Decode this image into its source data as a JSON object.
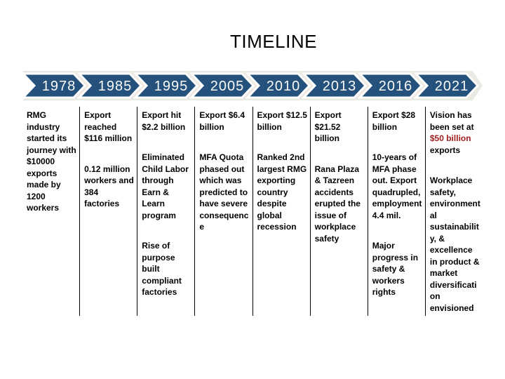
{
  "title": "TIMELINE",
  "colors": {
    "background": "#FFFFFF",
    "chevron_blue": "#24527C",
    "chevron_outline": "#FFFFFF",
    "band_gray": "#EBE9E3",
    "accent_red": "#9E1B1B",
    "text": "#000000",
    "divider": "#000000"
  },
  "timeline": [
    {
      "year": "1978",
      "paragraphs": [
        [
          {
            "t": "RMG industry started its journey with $10000 exports made by 1200 workers"
          }
        ]
      ]
    },
    {
      "year": "1985",
      "paragraphs": [
        [
          {
            "t": "Export reached $116 million"
          }
        ],
        [
          {
            "t": "0.12 million workers and 384 factories"
          }
        ]
      ]
    },
    {
      "year": "1995",
      "paragraphs": [
        [
          {
            "t": "Export hit $2.2 billion"
          }
        ],
        [
          {
            "t": "Eliminated Child Labor through Earn & Learn program"
          }
        ],
        [
          {
            "t": "Rise of purpose built compliant factories"
          }
        ]
      ]
    },
    {
      "year": "2005",
      "paragraphs": [
        [
          {
            "t": "Export $6.4 billion"
          }
        ],
        [
          {
            "t": "MFA Quota phased out which was predicted to have severe consequence"
          }
        ]
      ]
    },
    {
      "year": "2010",
      "paragraphs": [
        [
          {
            "t": "Export $12.5 billion"
          }
        ],
        [
          {
            "t": "Ranked 2nd largest RMG exporting country despite global recession"
          }
        ]
      ]
    },
    {
      "year": "2013",
      "paragraphs": [
        [
          {
            "t": "Export $21.52 billion"
          }
        ],
        [
          {
            "t": "Rana Plaza & Tazreen accidents erupted the issue of workplace safety"
          }
        ]
      ]
    },
    {
      "year": "2016",
      "paragraphs": [
        [
          {
            "t": "Export $28 billion"
          }
        ],
        [
          {
            "t": "10-years of MFA phase out. Export quadrupled, employment 4.4 mil."
          }
        ],
        [
          {
            "t": "Major progress in safety & workers rights"
          }
        ]
      ]
    },
    {
      "year": "2021",
      "paragraphs": [
        [
          {
            "t": "Vision has been set at "
          },
          {
            "t": "$50 billion",
            "accent": true
          },
          {
            "t": " exports"
          }
        ],
        [
          {
            "t": "Workplace safety, environmental sustainability, & excellence in product & market diversification envisioned"
          }
        ]
      ]
    }
  ]
}
